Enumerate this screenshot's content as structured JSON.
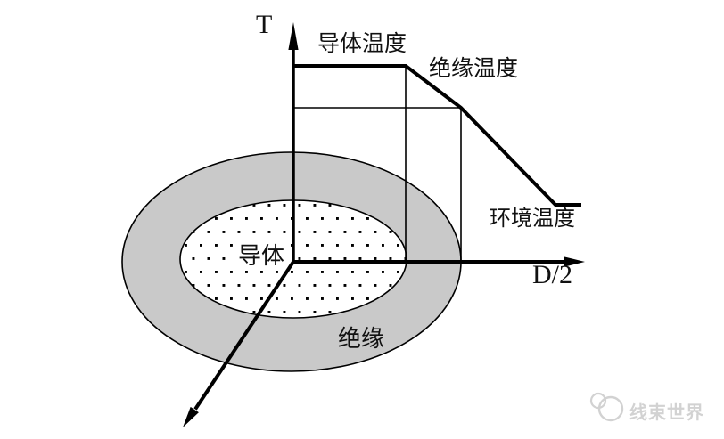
{
  "figure": {
    "y_axis_label": "T",
    "x_axis_label": "D/2",
    "curve_labels": {
      "conductor_temp": "导体温度",
      "insulation_temp": "绝缘温度",
      "ambient_temp": "环境温度"
    },
    "cross_section_labels": {
      "conductor": "导体",
      "insulation": "绝缘"
    },
    "colors": {
      "line": "#000000",
      "insulation_fill": "#c9c9c9",
      "conductor_fill": "#ffffff",
      "watermark": "#d2d2d2"
    }
  },
  "watermark": {
    "text": "线束世界",
    "logo": "wire-harness-world-logo"
  },
  "chart_data": {
    "type": "line",
    "title": "",
    "xlabel": "D/2",
    "ylabel": "T",
    "axis_ticks": "none (schematic, unlabeled axes)",
    "series": [
      {
        "name": "temperature-profile",
        "x_rel": [
          0,
          0.385,
          0.575,
          0.9,
          1.0
        ],
        "t_rel": [
          1.0,
          1.0,
          0.79,
          0.29,
          0.29
        ],
        "description": "Flat at conductor temperature inside conductor radius, falls through insulation to insulation temperature, continues falling outside cable to flat ambient temperature"
      }
    ],
    "annotations": [
      "导体温度",
      "绝缘温度",
      "环境温度"
    ],
    "cross_section": {
      "inner_region": {
        "label": "导体",
        "fill": "white with black square-dot lattice"
      },
      "outer_region": {
        "label": "绝缘",
        "fill": "#c9c9c9"
      }
    },
    "legend": "none",
    "grid": false
  }
}
